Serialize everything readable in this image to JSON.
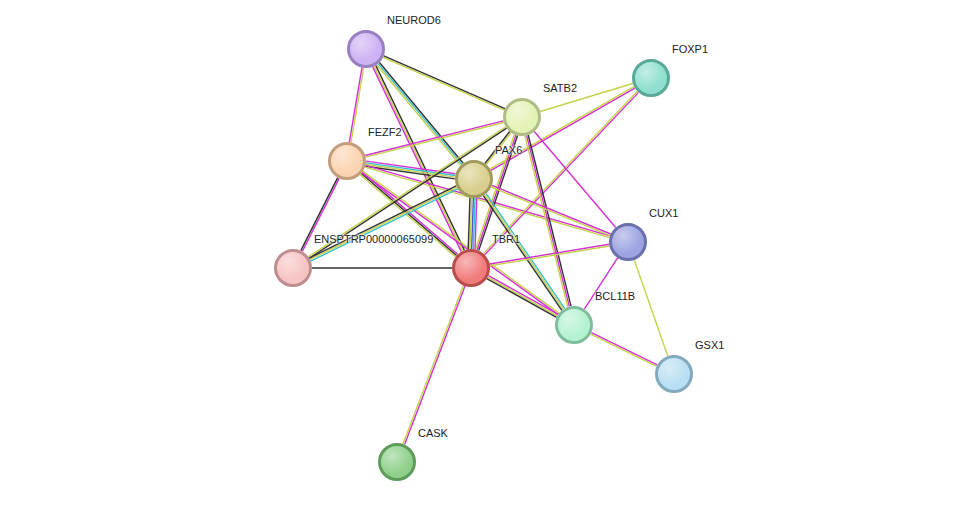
{
  "diagram": {
    "nodes": [
      {
        "text": [
          "NEUROD6"
        ]
      },
      {
        "text": [
          "FOXP1"
        ]
      },
      {
        "text": [
          "SATB2"
        ]
      },
      {
        "text": [
          "FEZF2"
        ]
      },
      {
        "text": [
          "PAX6"
        ]
      },
      {
        "text": [
          "CUX1"
        ]
      },
      {
        "text": [
          "ENSPTRP00000065099"
        ]
      },
      {
        "text": [
          "TBR1"
        ]
      },
      {
        "text": [
          "BCL11B"
        ]
      },
      {
        "text": [
          "GSX1"
        ]
      },
      {
        "text": [
          "CASK"
        ]
      }
    ],
    "edges": [
      {
        "from": 0,
        "to": 3,
        "arrow": "none"
      },
      {
        "from": 0,
        "to": 7,
        "arrow": "none"
      },
      {
        "from": 0,
        "to": 4,
        "arrow": "none"
      },
      {
        "from": 0,
        "to": 2,
        "arrow": "none"
      },
      {
        "from": 3,
        "to": 2,
        "arrow": "none"
      },
      {
        "from": 3,
        "to": 4,
        "arrow": "none"
      },
      {
        "from": 3,
        "to": 6,
        "arrow": "none"
      },
      {
        "from": 3,
        "to": 7,
        "arrow": "none"
      },
      {
        "from": 3,
        "to": 5,
        "arrow": "none"
      },
      {
        "from": 3,
        "to": 8,
        "arrow": "none"
      },
      {
        "from": 2,
        "to": 1,
        "arrow": "none"
      },
      {
        "from": 1,
        "to": 4,
        "arrow": "none"
      },
      {
        "from": 1,
        "to": 7,
        "arrow": "none"
      },
      {
        "from": 2,
        "to": 4,
        "arrow": "none"
      },
      {
        "from": 2,
        "to": 7,
        "arrow": "none"
      },
      {
        "from": 2,
        "to": 6,
        "arrow": "none"
      },
      {
        "from": 2,
        "to": 8,
        "arrow": "none"
      },
      {
        "from": 2,
        "to": 5,
        "arrow": "none"
      },
      {
        "from": 4,
        "to": 6,
        "arrow": "none"
      },
      {
        "from": 4,
        "to": 7,
        "arrow": "none"
      },
      {
        "from": 4,
        "to": 5,
        "arrow": "none"
      },
      {
        "from": 4,
        "to": 8,
        "arrow": "none"
      },
      {
        "from": 6,
        "to": 7,
        "arrow": "none"
      },
      {
        "from": 7,
        "to": 5,
        "arrow": "none"
      },
      {
        "from": 7,
        "to": 8,
        "arrow": "none"
      },
      {
        "from": 7,
        "to": 10,
        "arrow": "none"
      },
      {
        "from": 5,
        "to": 8,
        "arrow": "none"
      },
      {
        "from": 5,
        "to": 9,
        "arrow": "none"
      },
      {
        "from": 8,
        "to": 9,
        "arrow": "none"
      }
    ]
  }
}
